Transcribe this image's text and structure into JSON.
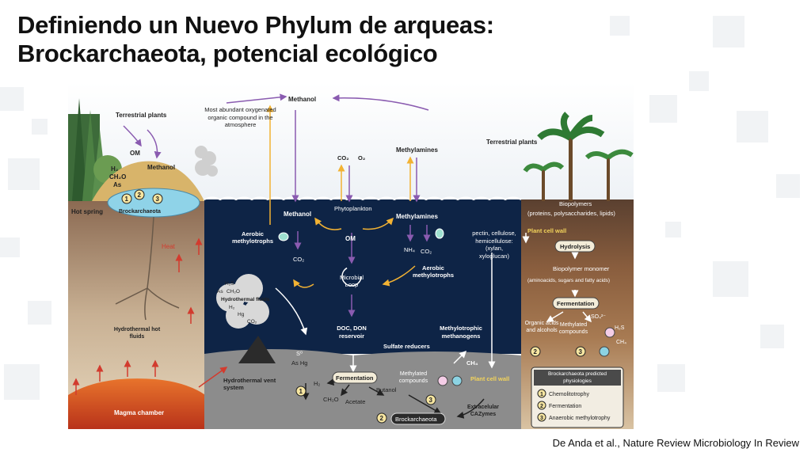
{
  "slide": {
    "title_line1": "Definiendo un Nuevo Phylum de arqueas:",
    "title_line2": "Brockarchaeota, potencial ecológico",
    "citation": "De Anda et al., Nature Review Microbiology In Review"
  },
  "colors": {
    "ocean": "#0e2446",
    "soil_dark": "#6b4a33",
    "soil_light": "#b98b5c",
    "sediment": "#7a7a7a",
    "magma": "#d9531e",
    "arrow_purple": "#8a5bb0",
    "arrow_yellow": "#f2b233",
    "arrow_red": "#d23b2e"
  },
  "diagram": {
    "terrestrial_plants_left": "Terrestrial plants",
    "terrestrial_plants_right": "Terrestrial plants",
    "om_top": "OM",
    "methanol_left": "Methanol",
    "spring_compounds": [
      "H₂",
      "CH₂O",
      "As"
    ],
    "hot_spring": "Hot spring",
    "brockarchaeota_spring": "Brockarchaeota",
    "heat": "Heat",
    "hydrothermal_hot_fluids": "Hydrothermal hot fluids",
    "magma_chamber": "Magma chamber",
    "hydrothermal_vent_system": "Hydrothermal vent system",
    "methanol_top": "Methanol",
    "most_abundant": "Most abundant oxygenated organic compound in the atmosphere",
    "co2_top": "CO₂",
    "o2_top": "O₂",
    "methylamines_top": "Methylamines",
    "methanol_ocean": "Methanol",
    "phytoplankton": "Phytoplankton",
    "methylamines_ocean": "Methylamines",
    "aerobic_methylotrophs_left": "Aerobic methylotrophs",
    "co2_left": "CO₂",
    "om_ocean": "OM",
    "nh4": "NH₄",
    "co2_right": "CO₂",
    "aerobic_methylotrophs_right": "Aerobic methylotrophs",
    "microbial_loop": "Microbial Loop",
    "pectin": "pectin, cellulose, hemicellulose: (xylan, xyloglucan)",
    "doc": "DOC, DON reservoir",
    "vent_fluids": [
      "H₂S",
      "As",
      "CH₂O",
      "Hydrothermal fluids",
      "H₂",
      "Hg",
      "CO₂"
    ],
    "s0_as_hg": [
      "S⁰",
      "As Hg"
    ],
    "sulfate_reducers": "Sulfate reducers",
    "methylotrophic_methanogens": "Methylotrophic methanogens",
    "ch4_ocean": "CH₄",
    "fermentation_ocean": "Fermentation",
    "h2": "H₂",
    "methylated_compounds_ocean": "Methylated compounds",
    "ch2o": "CH₂O",
    "acetate": "Acetate",
    "butanol": "Butanol",
    "plant_cell_wall_bottom": "Plant cell wall",
    "brockarchaeota_bottom": "Brockarchaeota",
    "extracellular_cazymes": "Extracelular CAZymes",
    "biopolymers": "Biopolymers",
    "biopolymers_detail": "(proteins, polysaccharides, lipids)",
    "plant_cell_wall_right": "Plant cell wall",
    "hydrolysis": "Hydrolysis",
    "biopolymer_monomer": "Biopolymer monomer",
    "monomer_detail": "(aminoacids, sugars and fatty acids)",
    "fermentation_right": "Fermentation",
    "so4": "SO₄²⁻",
    "organic_acids": "Organic acids and alcohols",
    "methylated_compounds_right": "Methylated compounds",
    "h2s_right": "H₂S",
    "ch4_right": "CH₄",
    "legend_title": "Brockarchaeota predicted physiologies",
    "legend_items": [
      "Chemolitotrophy",
      "Fermentation",
      "Anaerobic methylotrophy"
    ],
    "numbers": [
      "1",
      "2",
      "3"
    ]
  }
}
